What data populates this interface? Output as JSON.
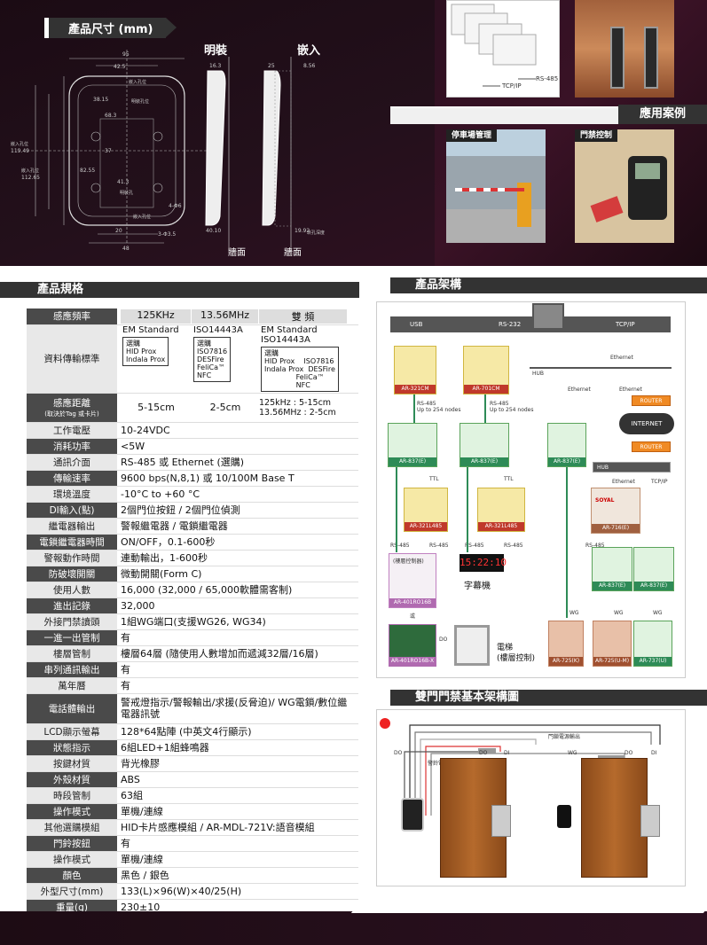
{
  "dimensions_section": {
    "title": "產品尺寸 (mm)",
    "surface_mount": "明裝",
    "flush_mount": "嵌入",
    "wall_label_1": "牆面",
    "wall_label_2": "牆面",
    "dims": {
      "d95": "95",
      "d42_5": "42.5",
      "d38_15": "38.15",
      "d68_3": "68.3",
      "d37": "37",
      "d82_55": "82.55",
      "d41_3": "41.3",
      "d20": "20",
      "d48": "48",
      "d16_3": "16.3",
      "d25": "25",
      "d8_56": "8.56",
      "d40_10": "40.10",
      "d19_92": "19.92",
      "d119_49": "119.49",
      "d112_65": "112.65",
      "d4_6": "4-Φ6",
      "d3_5": "3-Φ3.5",
      "mount_hole": "嵌入孔位",
      "surface_hole": "明裝孔位",
      "mount_hole2": "嵌入孔位",
      "embed_depth": "崁孔深度",
      "wire_hole": "明裝孔",
      "embed_hole_side": "嵌入孔位",
      "embed_hole_side2": "嵌入孔位"
    }
  },
  "top_photos": {
    "rs485_label": "RS-485",
    "tcpip_label": "TCP/IP"
  },
  "applications": {
    "title": "應用案例",
    "case1": "停車場管理",
    "case2": "門禁控制"
  },
  "spec": {
    "title": "產品規格",
    "rows": [
      {
        "k": "感應頻率",
        "v": ""
      },
      {
        "k": "資料傳輸標準",
        "v": ""
      },
      {
        "k": "感應距離",
        "v": ""
      },
      {
        "k": "工作電壓",
        "v": "10-24VDC"
      },
      {
        "k": "消耗功率",
        "v": "<5W"
      },
      {
        "k": "通訊介面",
        "v": "RS-485 或 Ethernet (選購)"
      },
      {
        "k": "傳輸速率",
        "v": "9600 bps(N,8,1) 或 10/100M Base T"
      },
      {
        "k": "環境溫度",
        "v": "-10°C to +60 °C"
      },
      {
        "k": "DI輸入(點)",
        "v": "2個門位按鈕 / 2個門位偵測"
      },
      {
        "k": "繼電器輸出",
        "v": "警報繼電器 / 電鎖繼電器"
      },
      {
        "k": "電鎖繼電器時間",
        "v": "ON/OFF，0.1-600秒"
      },
      {
        "k": "警報動作時間",
        "v": "連動輸出，1-600秒"
      },
      {
        "k": "防破壞開關",
        "v": "微動開關(Form C)"
      },
      {
        "k": "使用人數",
        "v": "16,000 (32,000 / 65,000軟體需客制)"
      },
      {
        "k": "進出記錄",
        "v": "32,000"
      },
      {
        "k": "外接門禁讀頭",
        "v": "1組WG端口(支援WG26, WG34)"
      },
      {
        "k": "一進一出管制",
        "v": "有"
      },
      {
        "k": "樓層管制",
        "v": "樓層64層 (隨使用人數增加而遞減32層/16層)"
      },
      {
        "k": "串列通訊輸出",
        "v": "有"
      },
      {
        "k": "萬年曆",
        "v": "有"
      },
      {
        "k": "電話體輸出",
        "v": "警戒燈指示/警報輸出/求援(反脅迫)/ WG電鎖/數位繼電器訊號"
      },
      {
        "k": "LCD顯示螢幕",
        "v": "128*64點陣 (中英文4行顯示)"
      },
      {
        "k": "狀態指示",
        "v": "6組LED+1組蜂鳴器"
      },
      {
        "k": "按鍵材質",
        "v": "背光橡膠"
      },
      {
        "k": "外殼材質",
        "v": "ABS"
      },
      {
        "k": "時段管制",
        "v": "63組"
      },
      {
        "k": "操作模式",
        "v": "單機/連線"
      },
      {
        "k": "其他選購模組",
        "v": "HID卡片感應模組 / AR-MDL-721V:語音模組"
      },
      {
        "k": "門鈴按鈕",
        "v": "有"
      },
      {
        "k": "操作模式",
        "v": "單機/連線"
      },
      {
        "k": "顏色",
        "v": "黑色 / 銀色"
      },
      {
        "k": "外型尺寸(mm)",
        "v": "133(L)×96(W)×40/25(H)"
      },
      {
        "k": "重量(g)",
        "v": "230±10"
      }
    ],
    "freq": {
      "c1": "125KHz",
      "c2": "13.56MHz",
      "c3": "雙 頻"
    },
    "std": {
      "c1_head": "EM Standard",
      "c1_box": "選購\nHID Prox\nIndala Prox",
      "c2_head": "ISO14443A",
      "c2_box": "選購\nISO7816\nDESFire\nFeliCa™\nNFC",
      "c3_head": "EM Standard\nISO14443A",
      "c3_box": "選購\nHID Prox    ISO7816\nIndala Prox  DESFire\n              FeliCa™\n              NFC"
    },
    "range": {
      "sub": "(取決於Tag 或卡片)",
      "c1": "5-15cm",
      "c2": "2-5cm",
      "c3": "125kHz : 5-15cm\n13.56MHz : 2-5cm"
    }
  },
  "architecture": {
    "title": "產品架構",
    "usb": "USB",
    "rs232": "RS-232",
    "tcpip": "TCP/IP",
    "ethernet": "Ethernet",
    "hub": "HUB",
    "router": "ROUTER",
    "internet": "INTERNET",
    "ar321cm": "AR-321CM",
    "ar701cm": "AR-701CM",
    "rs485_254a": "RS-485\nUp to 254 nodes",
    "rs485_254b": "RS-485\nUp to 254 nodes",
    "ar837e_1": "AR-837(E)",
    "ar837e_2": "AR-837(E)",
    "ar837e_3": "AR-837(E)",
    "ar837e_4": "AR-837(E)",
    "ar837e_5": "AR-837(E)",
    "ttl1": "TTL",
    "ttl2": "TTL",
    "ar321l485_1": "AR-321L485",
    "ar321l485_2": "AR-321L485",
    "rs485_x": "RS-485",
    "floor_ctrl": "(樓層控制器)",
    "ar401": "AR-401RO16B",
    "or": "或",
    "ar401x": "AR-401RO16B-X",
    "display_time": "15:22:10",
    "subtitle_display": "字幕機",
    "elevator": "電梯\n(樓層控制)",
    "ar716": "AR-716(E)",
    "wg": "WG",
    "ar725k": "AR-725(K)",
    "ar725um": "AR-725(U-M)",
    "ar737u": "AR-737(U)",
    "do": "DO",
    "soyal": "SOYAL"
  },
  "double_door": {
    "title": "雙門門禁基本架構圖",
    "lock_out": "門鎖電源輸出",
    "alarm_out": "警鈴電源輸出",
    "do": "DO",
    "di": "DI",
    "wg": "WG"
  }
}
